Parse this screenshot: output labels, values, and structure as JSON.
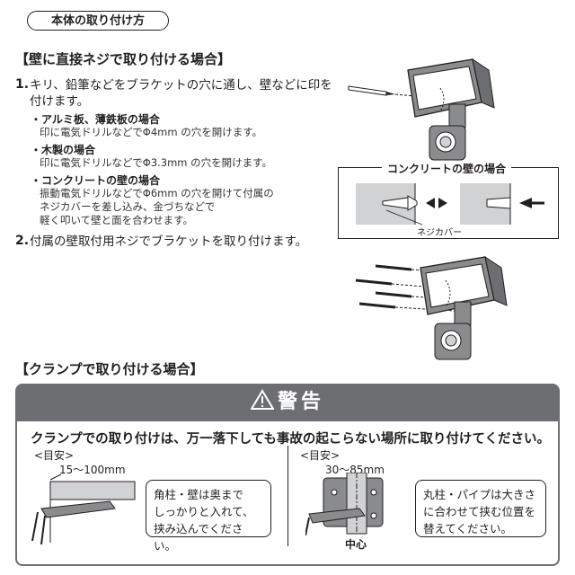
{
  "header": {
    "title": "本体の取り付け方"
  },
  "screw_section": {
    "title": "【壁に直接ネジで取り付ける場合】",
    "step1": {
      "number": "1.",
      "text_line1": "キリ、鉛筆などをブラケットの穴に通し、壁などに印を",
      "text_line2": "付けます。",
      "items": [
        {
          "head": "・アルミ板、薄鉄板の場合",
          "lines": [
            "印に電気ドリルなどでΦ4mm の穴を開けます。"
          ]
        },
        {
          "head": "・木製の場合",
          "lines": [
            "印に電気ドリルなどでΦ3.3mm の穴を開けます。"
          ]
        },
        {
          "head": "・コンクリートの壁の場合",
          "lines": [
            "振動電気ドリルなどでΦ6mm の穴を開けて付属の",
            "ネジカバーを差し込み、金づちなどで",
            "軽く叩いて壁と面を合わせます。"
          ]
        }
      ]
    },
    "step2": {
      "number": "2.",
      "text": "付属の壁取付用ネジでブラケットを取り付けます。"
    },
    "concrete_figure": {
      "title": "コンクリートの壁の場合",
      "label": "ネジカバー"
    }
  },
  "clamp_section": {
    "title": "【クランプで取り付ける場合】",
    "warning": {
      "icon": "warning-triangle-icon",
      "title": "警告",
      "message": "クランプでの取り付けは、万一落下しても事故の起こらない場所に取り付けてください。"
    },
    "left": {
      "guide": "<目安>",
      "range": "15～100mm",
      "note_lines": [
        "角柱・壁は奥まで",
        "しっかりと入れて、",
        "挟み込んでください。"
      ]
    },
    "right": {
      "guide": "<目安>",
      "range": "30～85mm",
      "center_label": "中心",
      "note_lines": [
        "丸柱・パイプは大きさ",
        "に合わせて挟む位置を",
        "替えてください。"
      ]
    }
  },
  "colors": {
    "warning_gray": "#6d6e71",
    "text": "#231f20"
  }
}
